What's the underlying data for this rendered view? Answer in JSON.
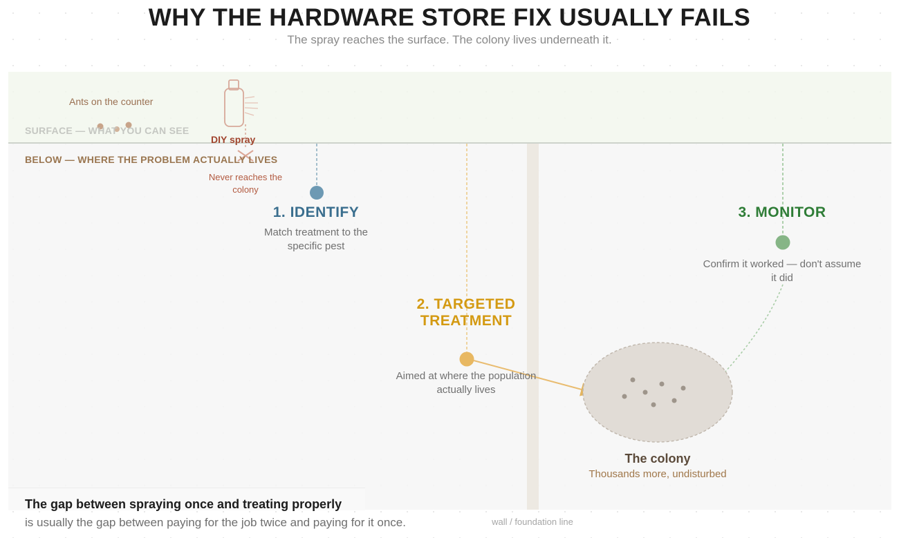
{
  "header": {
    "title": "WHY THE HARDWARE STORE FIX USUALLY FAILS",
    "subtitle": "The spray reaches the surface. The colony lives underneath it."
  },
  "zones": {
    "surface_label": "SURFACE — WHAT YOU CAN SEE",
    "below_label": "BELOW — WHERE THE PROBLEM ACTUALLY LIVES"
  },
  "surface": {
    "ants_label": "Ants on the counter",
    "spray_label": "DIY spray",
    "spray_note": "Never reaches the colony"
  },
  "steps": [
    {
      "title": "1. IDENTIFY",
      "desc": "Match treatment to the specific pest",
      "color": "#3a6e8e"
    },
    {
      "title": "2. TARGETED TREATMENT",
      "desc": "Aimed at where the population actually lives",
      "color": "#d49a12"
    },
    {
      "title": "3. MONITOR",
      "desc": "Confirm it worked — don't assume it did",
      "color": "#2f7d37"
    }
  ],
  "colony": {
    "title": "The colony",
    "subtitle": "Thousands more, undisturbed"
  },
  "footer": {
    "bold": "The gap between spraying once and treating properly",
    "text": "is usually the gap between paying for the job twice and paying for it once."
  },
  "wall_caption": "wall / foundation line"
}
